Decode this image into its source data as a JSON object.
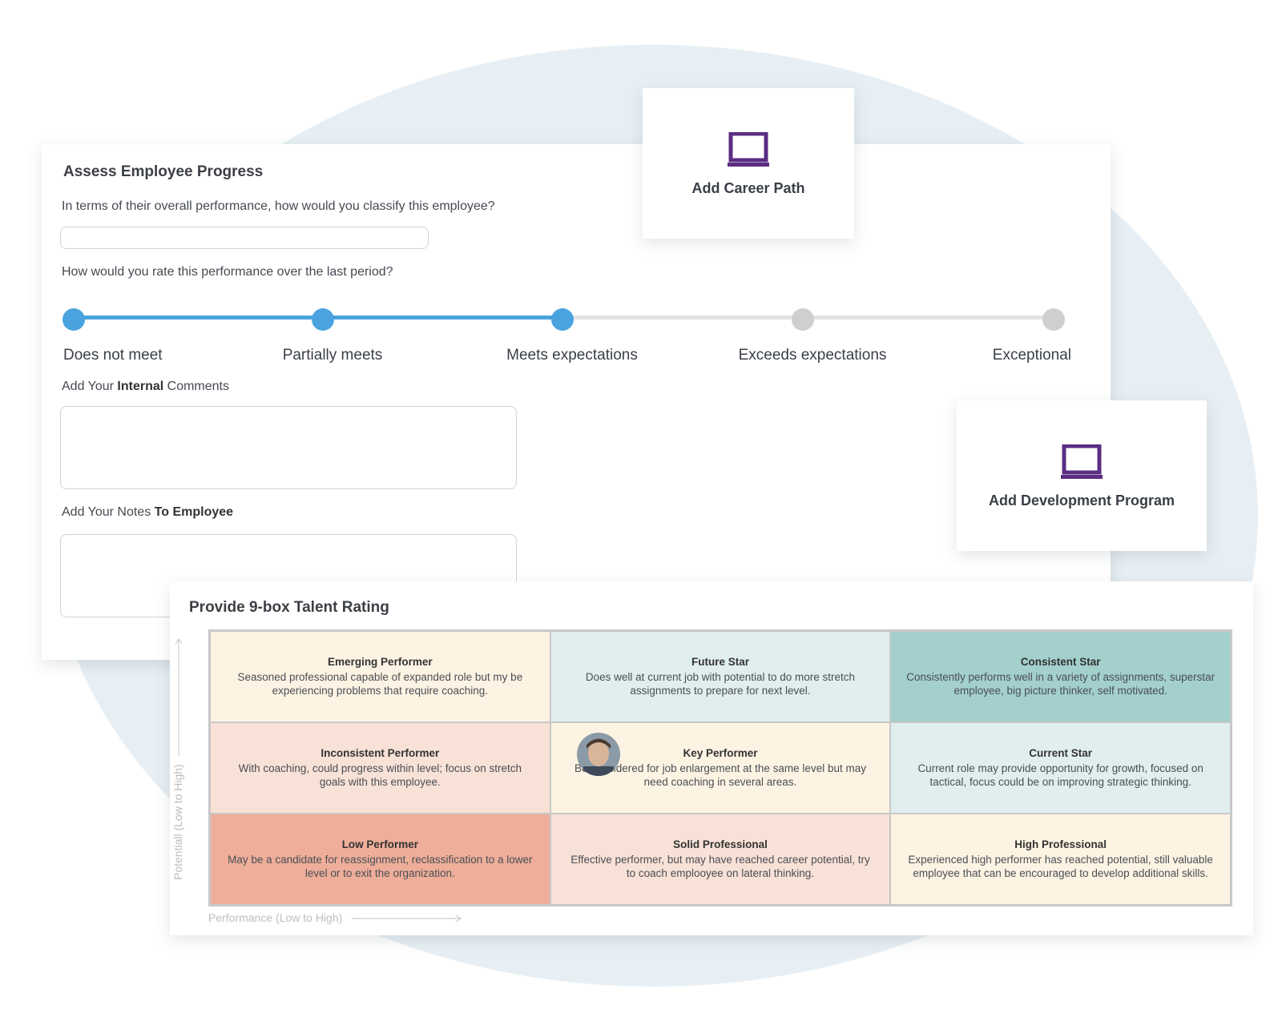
{
  "assess": {
    "title": "Assess Employee Progress",
    "question1": "In terms of their overall performance, how would you classify this employee?",
    "question1_value": "",
    "question2": "How would you rate this performance over the last period?",
    "rating": {
      "options": [
        "Does not meet",
        "Partially meets",
        "Meets expectations",
        "Exceeds expectations",
        "Exceptional"
      ],
      "selected_index": 2
    },
    "comments": {
      "prefix": "Add Your ",
      "bold": "Internal",
      "suffix": " Comments",
      "value": ""
    },
    "notes": {
      "prefix": "Add Your Notes ",
      "bold": "To Employee",
      "value": ""
    }
  },
  "career_path": {
    "label": "Add Career Path",
    "icon": "laptop-icon"
  },
  "development": {
    "label": "Add Development Program",
    "icon": "laptop-icon"
  },
  "colors": {
    "accent": "#4aa3df",
    "icon": "#5b2d82"
  },
  "ninebox": {
    "title": "Provide 9-box Talent Rating",
    "y_axis": "Potentiall (Low to High)",
    "x_axis": "Performance (Low to High)",
    "cells": [
      {
        "title": "Emerging Performer",
        "desc": "Seasoned professional capable of expanded role but my be experiencing problems that require coaching.",
        "color": "#fdf3e3"
      },
      {
        "title": "Future Star",
        "desc": "Does well at current job with potential to do more stretch assignments to prepare for next level.",
        "color": "#e1eeee"
      },
      {
        "title": "Consistent Star",
        "desc": "Consistently performs well in a variety of assignments, superstar employee, big picture thinker, self motivated.",
        "color": "#a3cfcc"
      },
      {
        "title": "Inconsistent Performer",
        "desc": "With coaching, could progress within level; focus on stretch goals with this employee.",
        "color": "#f8e1d6"
      },
      {
        "title": "Key Performer",
        "desc": "Be considered for job enlargement at the same level but may need coaching in several areas.",
        "color": "#fdf3e3"
      },
      {
        "title": "Current Star",
        "desc": "Current role may provide opportunity for growth, focused on tactical, focus could be on improving strategic thinking.",
        "color": "#e1eeee"
      },
      {
        "title": "Low Performer",
        "desc": "May be a candidate for reassignment, reclassification to a lower level or to exit the organization.",
        "color": "#eeae99"
      },
      {
        "title": "Solid Professional",
        "desc": "Effective performer, but may have reached career potential, try to coach emplooyee on lateral thinking.",
        "color": "#f8e1d6"
      },
      {
        "title": "High Professional",
        "desc": "Experienced high performer has reached potential, still valuable employee that can be encouraged to develop additional skills.",
        "color": "#fdf3e3"
      }
    ],
    "selected_cell_index": 4
  }
}
